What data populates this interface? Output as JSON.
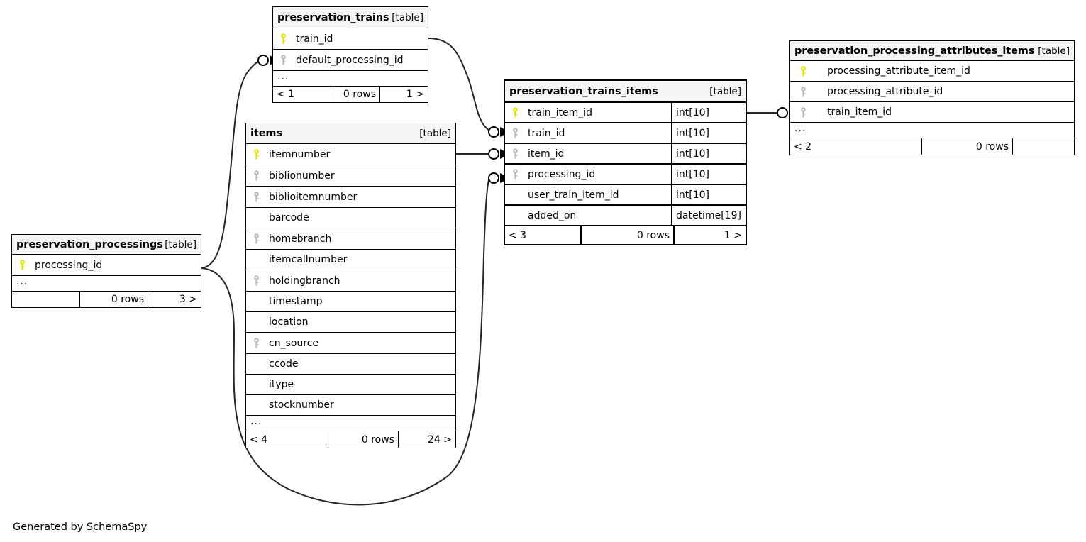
{
  "footer": {
    "credit": "Generated by SchemaSpy"
  },
  "labels": {
    "table_tag": "[table]",
    "ellipsis": "...",
    "rows_suffix": "0 rows"
  },
  "key_colors": {
    "primary": "#e3e300",
    "foreign": "#b8b8b8"
  },
  "tables": [
    {
      "id": "preservation_trains",
      "name": "preservation_trains",
      "tag": "[table]",
      "columns": [
        {
          "name": "train_id",
          "key": "primary",
          "type": ""
        },
        {
          "name": "default_processing_id",
          "key": "foreign",
          "type": ""
        }
      ],
      "has_ellipsis": true,
      "footer": {
        "left": "< 1",
        "mid": "0 rows",
        "right": "1 >"
      }
    },
    {
      "id": "items",
      "name": "items",
      "tag": "[table]",
      "columns": [
        {
          "name": "itemnumber",
          "key": "primary",
          "type": ""
        },
        {
          "name": "biblionumber",
          "key": "foreign",
          "type": ""
        },
        {
          "name": "biblioitemnumber",
          "key": "foreign",
          "type": ""
        },
        {
          "name": "barcode",
          "key": "none",
          "type": ""
        },
        {
          "name": "homebranch",
          "key": "foreign",
          "type": ""
        },
        {
          "name": "itemcallnumber",
          "key": "none",
          "type": ""
        },
        {
          "name": "holdingbranch",
          "key": "foreign",
          "type": ""
        },
        {
          "name": "timestamp",
          "key": "none",
          "type": ""
        },
        {
          "name": "location",
          "key": "none",
          "type": ""
        },
        {
          "name": "cn_source",
          "key": "foreign",
          "type": ""
        },
        {
          "name": "ccode",
          "key": "none",
          "type": ""
        },
        {
          "name": "itype",
          "key": "none",
          "type": ""
        },
        {
          "name": "stocknumber",
          "key": "none",
          "type": ""
        }
      ],
      "has_ellipsis": true,
      "footer": {
        "left": "< 4",
        "mid": "0 rows",
        "right": "24 >"
      }
    },
    {
      "id": "preservation_processings",
      "name": "preservation_processings",
      "tag": "[table]",
      "columns": [
        {
          "name": "processing_id",
          "key": "primary",
          "type": ""
        }
      ],
      "has_ellipsis": true,
      "footer": {
        "left": "",
        "mid": "0 rows",
        "right": "3 >"
      }
    },
    {
      "id": "preservation_trains_items",
      "name": "preservation_trains_items",
      "tag": "[table]",
      "columns": [
        {
          "name": "train_item_id",
          "key": "primary",
          "type": "int[10]"
        },
        {
          "name": "train_id",
          "key": "foreign",
          "type": "int[10]"
        },
        {
          "name": "item_id",
          "key": "foreign",
          "type": "int[10]"
        },
        {
          "name": "processing_id",
          "key": "foreign",
          "type": "int[10]"
        },
        {
          "name": "user_train_item_id",
          "key": "none",
          "type": "int[10]"
        },
        {
          "name": "added_on",
          "key": "none",
          "type": "datetime[19]"
        }
      ],
      "has_ellipsis": false,
      "footer": {
        "left": "< 3",
        "mid": "0 rows",
        "right": "1 >"
      }
    },
    {
      "id": "preservation_processing_attributes_items",
      "name": "preservation_processing_attributes_items",
      "tag": "[table]",
      "columns": [
        {
          "name": "processing_attribute_item_id",
          "key": "primary",
          "type": ""
        },
        {
          "name": "processing_attribute_id",
          "key": "foreign",
          "type": ""
        },
        {
          "name": "train_item_id",
          "key": "foreign",
          "type": ""
        }
      ],
      "has_ellipsis": true,
      "footer": {
        "left": "< 2",
        "mid": "0 rows",
        "right": ""
      }
    }
  ],
  "relationships": [
    {
      "from": "preservation_trains.train_id",
      "to": "preservation_trains_items.train_id"
    },
    {
      "from": "items.itemnumber",
      "to": "preservation_trains_items.item_id"
    },
    {
      "from": "preservation_processings.processing_id",
      "to": "preservation_trains_items.processing_id"
    },
    {
      "from": "preservation_processings.processing_id",
      "to": "preservation_trains.default_processing_id"
    },
    {
      "from": "preservation_trains_items.train_item_id",
      "to": "preservation_processing_attributes_items.train_item_id"
    }
  ]
}
